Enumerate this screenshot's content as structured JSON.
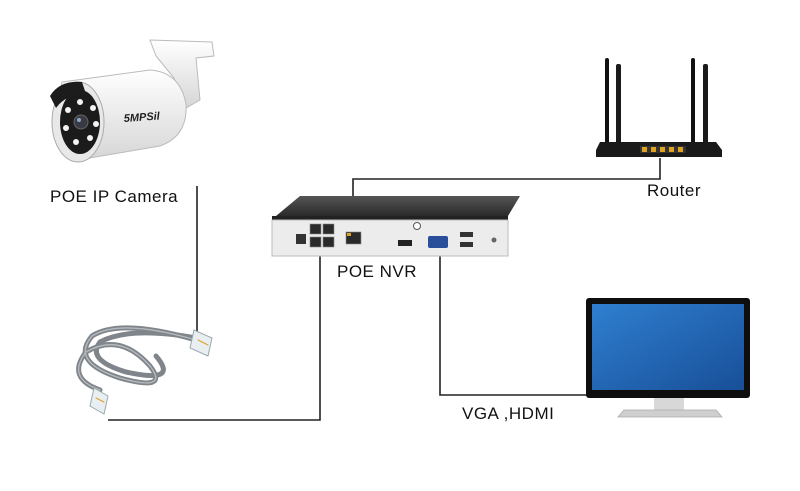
{
  "labels": {
    "camera": "POE IP Camera",
    "router": "Router",
    "nvr": "POE NVR",
    "monitor_connection": "VGA ,HDMI",
    "camera_brand": "5MPSil"
  },
  "colors": {
    "line": "#222222",
    "nvr_body": "#3a3a3a",
    "nvr_front": "#ececec",
    "cable": "#8a8f94",
    "screen": "#1f5fb0",
    "router_body": "#1a1a1a",
    "port_accent": "#e0a020"
  },
  "icons": {
    "camera": "bullet-camera-icon",
    "router": "router-icon",
    "nvr": "nvr-recorder-icon",
    "monitor": "monitor-icon",
    "cable": "ethernet-cable-icon"
  }
}
